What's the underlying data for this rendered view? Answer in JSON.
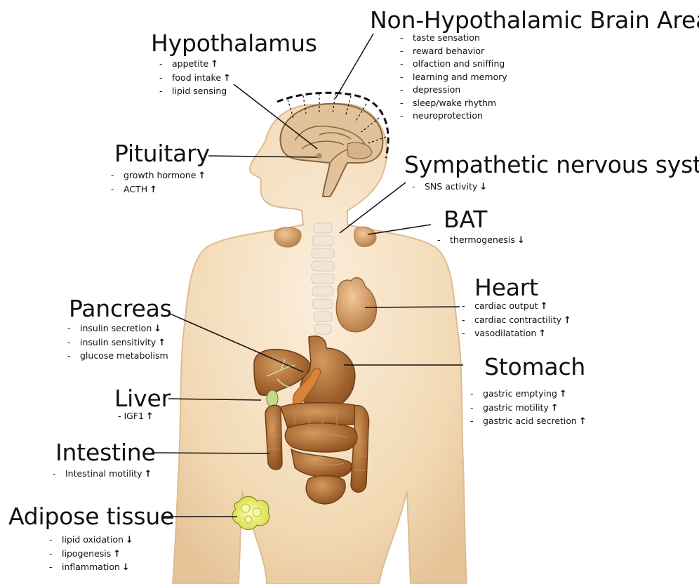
{
  "labels": {
    "hypothalamus": {
      "title": "Hypothalamus",
      "items": [
        {
          "text": "appetite",
          "arrow": "↑"
        },
        {
          "text": "food intake",
          "arrow": "↑"
        },
        {
          "text": "lipid sensing",
          "arrow": ""
        }
      ]
    },
    "non_hypothalamic": {
      "title": "Non-Hypothalamic Brain Areas",
      "items": [
        {
          "text": "taste sensation",
          "arrow": ""
        },
        {
          "text": "reward behavior",
          "arrow": ""
        },
        {
          "text": "olfaction and sniffing",
          "arrow": ""
        },
        {
          "text": "learning and memory",
          "arrow": ""
        },
        {
          "text": "depression",
          "arrow": ""
        },
        {
          "text": "sleep/wake rhythm",
          "arrow": ""
        },
        {
          "text": "neuroprotection",
          "arrow": ""
        }
      ]
    },
    "pituitary": {
      "title": "Pituitary",
      "items": [
        {
          "text": "growth hormone",
          "arrow": "↑"
        },
        {
          "text": "ACTH",
          "arrow": "↑"
        }
      ]
    },
    "sns": {
      "title": "Sympathetic nervous system",
      "items": [
        {
          "text": "SNS activity",
          "arrow": "↓"
        }
      ]
    },
    "bat": {
      "title": "BAT",
      "items": [
        {
          "text": "thermogenesis",
          "arrow": "↓"
        }
      ]
    },
    "heart": {
      "title": "Heart",
      "items": [
        {
          "text": "cardiac output",
          "arrow": "↑"
        },
        {
          "text": "cardiac contractility",
          "arrow": "↑"
        },
        {
          "text": "vasodilatation",
          "arrow": "↑"
        }
      ]
    },
    "pancreas": {
      "title": "Pancreas",
      "items": [
        {
          "text": "insulin secretion",
          "arrow": "↓"
        },
        {
          "text": "insulin sensitivity",
          "arrow": "↑"
        },
        {
          "text": "glucose metabolism",
          "arrow": ""
        }
      ]
    },
    "stomach": {
      "title": "Stomach",
      "items": [
        {
          "text": "gastric emptying",
          "arrow": "↑"
        },
        {
          "text": "gastric motility",
          "arrow": "↑"
        },
        {
          "text": "gastric acid secretion",
          "arrow": "↑"
        }
      ]
    },
    "liver": {
      "title": "Liver",
      "items": [
        {
          "text": "IGF1",
          "arrow": "↑"
        }
      ]
    },
    "intestine": {
      "title": "Intestine",
      "items": [
        {
          "text": "Intestinal motility",
          "arrow": "↑"
        }
      ]
    },
    "adipose": {
      "title": "Adipose tissue",
      "items": [
        {
          "text": "lipid oxidation",
          "arrow": "↓"
        },
        {
          "text": "lipogenesis",
          "arrow": "↑"
        },
        {
          "text": "inflammation",
          "arrow": "↓"
        }
      ]
    }
  },
  "colors": {
    "body": "#f2d9b4",
    "body_edge": "#d9b78e",
    "organ_brown": "#a8652f",
    "spine": "#ece3d4",
    "fat": "#e8ea5a",
    "line": "#111111"
  }
}
